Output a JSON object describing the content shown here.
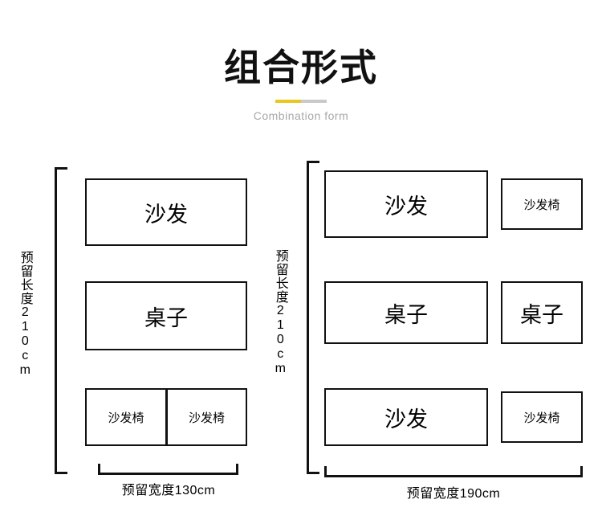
{
  "header": {
    "title": "组合形式",
    "subtitle": "Combination form",
    "accent_color": "#e8c81e",
    "divider_color": "#c9c9c9"
  },
  "diagram": {
    "left": {
      "height_label": "预留长度210cm",
      "width_label": "预留宽度130cm",
      "boxes": [
        {
          "label": "沙发",
          "size": "lg"
        },
        {
          "label": "桌子",
          "size": "lg"
        },
        {
          "label": "沙发椅",
          "size": "sm"
        },
        {
          "label": "沙发椅",
          "size": "sm"
        }
      ]
    },
    "right": {
      "height_label": "预留长度210cm",
      "width_label": "预留宽度190cm",
      "boxes": [
        {
          "label": "沙发",
          "size": "lg"
        },
        {
          "label": "沙发椅",
          "size": "sm"
        },
        {
          "label": "桌子",
          "size": "lg"
        },
        {
          "label": "桌子",
          "size": "lg"
        },
        {
          "label": "沙发",
          "size": "lg"
        },
        {
          "label": "沙发椅",
          "size": "sm"
        }
      ]
    }
  }
}
